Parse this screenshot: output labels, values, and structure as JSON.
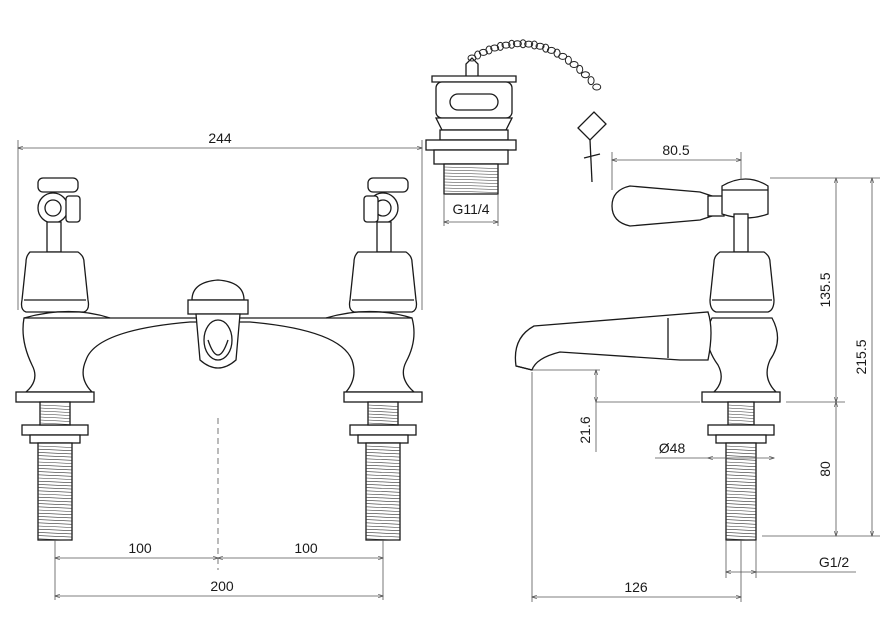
{
  "dimensions": {
    "overall_width": "244",
    "left_spacing": "100",
    "right_spacing": "100",
    "centres": "200",
    "waste_thread": "G11/4",
    "handle_reach": "80.5",
    "handle_height": "135.5",
    "total_height": "215.5",
    "spout_clearance": "21.6",
    "base_diameter": "Ø48",
    "tail_length": "80",
    "tail_thread": "G1/2",
    "spout_projection": "126"
  }
}
